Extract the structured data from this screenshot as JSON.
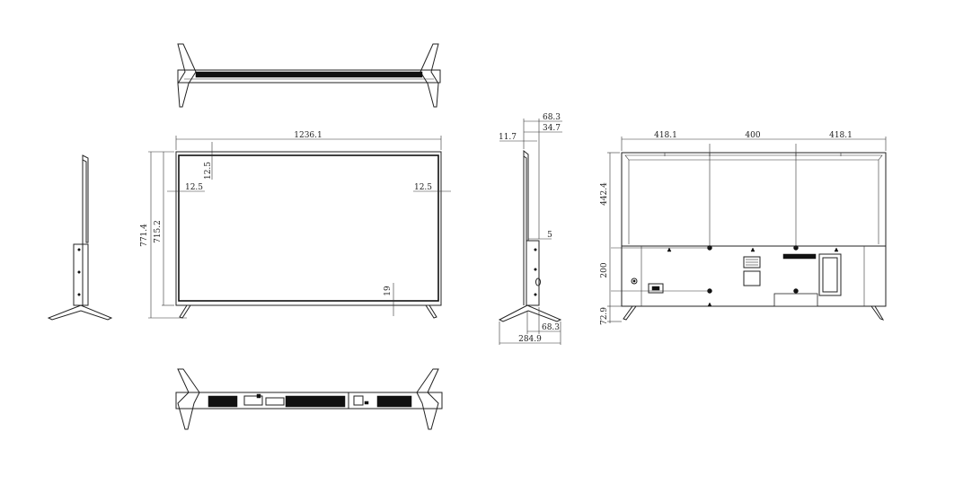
{
  "dimensions": {
    "front": {
      "width": "1236.1",
      "height_total": "771.4",
      "height_panel": "715.2",
      "bezel_top": "12.5",
      "bezel_left": "12.5",
      "bezel_right": "12.5",
      "bezel_bottom": "19"
    },
    "side": {
      "depth_top": "68.3",
      "depth_mid": "34.7",
      "top_offset": "11.7",
      "small": "5",
      "depth_bottom": "68.3",
      "stand_depth": "284.9"
    },
    "rear": {
      "left_span": "418.1",
      "center_span": "400",
      "right_span": "418.1",
      "top_to_mount": "442.4",
      "mount_spacing": "200",
      "stand_height": "72.9"
    }
  }
}
